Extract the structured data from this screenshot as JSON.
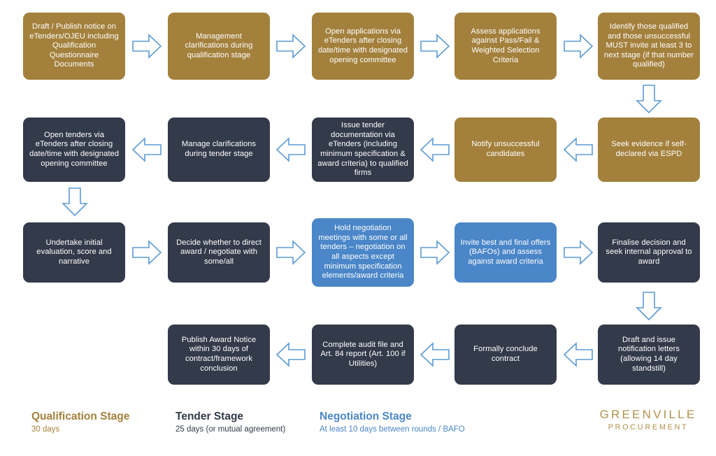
{
  "diagram": {
    "title": "Procurement process flowchart",
    "colors": {
      "qualification": "#a3803c",
      "tender": "#333a4a",
      "negotiation": "#4a86c8",
      "arrow_stroke": "#5b9bd5",
      "arrow_fill": "#ffffff",
      "background": "#ffffff",
      "brand": "#b1914a"
    },
    "nodes": {
      "r1c1": "Draft / Publish notice on eTenders/OJEU including Qualification Questionnaire Documents",
      "r1c2": "Management clarifications during qualification stage",
      "r1c3": "Open applications via eTenders after closing date/time with designated opening committee",
      "r1c4": "Assess applications against Pass/Fail & Weighted Selection Criteria",
      "r1c5": "Identify those qualified and those unsuccessful MUST invite at least 3 to next stage (if that number qualified)",
      "r2c5": "Seek evidence if self-declared via ESPD",
      "r2c4": "Notify unsuccessful candidates",
      "r2c3": "Issue tender documentation via eTenders (including minimum specification & award criteria) to qualified firms",
      "r2c2": "Manage clarifications during tender stage",
      "r2c1": "Open tenders via eTenders after closing date/time with designated opening committee",
      "r3c1": "Undertake initial evaluation, score and narrative",
      "r3c2": "Decide whether to direct award / negotiate with some/all",
      "r3c3": "Hold negotiation meetings with some or all tenders – negotiation on all aspects except minimum specification elements/award criteria",
      "r3c4": "Invite best and final offers (BAFOs) and assess against award criteria",
      "r3c5": "Finalise decision and seek internal approval to award",
      "r4c5": "Draft and issue notification letters (allowing 14 day standstill)",
      "r4c4": "Formally conclude contract",
      "r4c3": "Complete audit file and Art. 84 report (Art. 100 if Utilities)",
      "r4c2": "Publish Award Notice within 30 days of contract/framework conclusion"
    },
    "legend": {
      "qualification": {
        "title": "Qualification Stage",
        "subtitle": "30 days"
      },
      "tender": {
        "title": "Tender Stage",
        "subtitle": "25 days (or mutual agreement)"
      },
      "negotiation": {
        "title": "Negotiation Stage",
        "subtitle": "At least 10 days between rounds / BAFO"
      }
    },
    "brand": {
      "name": "GREENVILLE",
      "subtitle": "PROCUREMENT"
    }
  }
}
